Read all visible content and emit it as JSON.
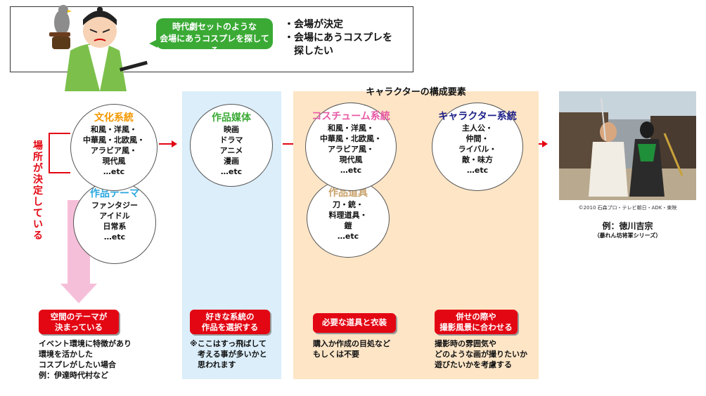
{
  "header": {
    "speech": [
      "時代劇セットのような",
      "会場にあうコスプレを探してる"
    ],
    "requirements": [
      "・会場が決定",
      "・会場にあうコスプレを",
      "　探したい"
    ]
  },
  "side_label": "場所が決定している",
  "panel_title": "キャラクターの構成要素",
  "colors": {
    "red": "#e30613",
    "green": "#3aaa35",
    "orange": "#f39800",
    "cyan": "#29a8e0",
    "pink": "#e85aa5",
    "navy": "#1d2088",
    "tan": "#c8a26a",
    "arrow_pink": "#f6bfd9"
  },
  "circles": {
    "bunka": {
      "title": "文化系統",
      "items": [
        "和風・洋風・",
        "中華風・北欧風・",
        "アラビア風・",
        "現代風",
        "…etc"
      ]
    },
    "theme": {
      "title": "作品テーマ",
      "items": [
        "ファンタジー",
        "アイドル",
        "日常系",
        "…etc"
      ]
    },
    "media": {
      "title": "作品媒体",
      "items": [
        "映画",
        "ドラマ",
        "アニメ",
        "漫画",
        "…etc"
      ]
    },
    "costume": {
      "title": "コスチューム系統",
      "items": [
        "和風・洋風・",
        "中華風・北欧風・",
        "アラビア風・",
        "現代風",
        "…etc"
      ]
    },
    "props": {
      "title": "作品道具",
      "items": [
        "刀・銃・",
        "料理道具・",
        "鎧",
        "…etc"
      ]
    },
    "character": {
      "title": "キャラクター系統",
      "items": [
        "主人公・",
        "仲間・",
        "ライバル・",
        "敵・味方",
        "…etc"
      ]
    }
  },
  "boxes": {
    "b1": {
      "label": [
        "空間のテーマが",
        "決まっている"
      ],
      "desc": [
        "イベント環境に特徴があり",
        "環境を活かした",
        "コスプレがしたい場合",
        "例：伊達時代村など"
      ]
    },
    "b2": {
      "label": [
        "好きな系統の",
        "作品を選択する"
      ],
      "desc": [
        "※ここはすっ飛ばして",
        "　考える事が多いかと",
        "　思われます"
      ]
    },
    "b3": {
      "label": [
        "必要な道具と衣装"
      ],
      "desc": [
        "購入か作成の目処など",
        "もしくは不要"
      ]
    },
    "b4": {
      "label": [
        "併せの際や",
        "撮影風景に合わせる"
      ],
      "desc": [
        "撮影時の雰囲気や",
        "どのような画が撮りたいか",
        "遊びたいかを考慮する"
      ]
    }
  },
  "example": {
    "copyright": "©2010 石森プロ・テレビ朝日・ADK・東映",
    "title": "例：徳川吉宗",
    "subtitle": "（暴れん坊将軍シリーズ）"
  }
}
